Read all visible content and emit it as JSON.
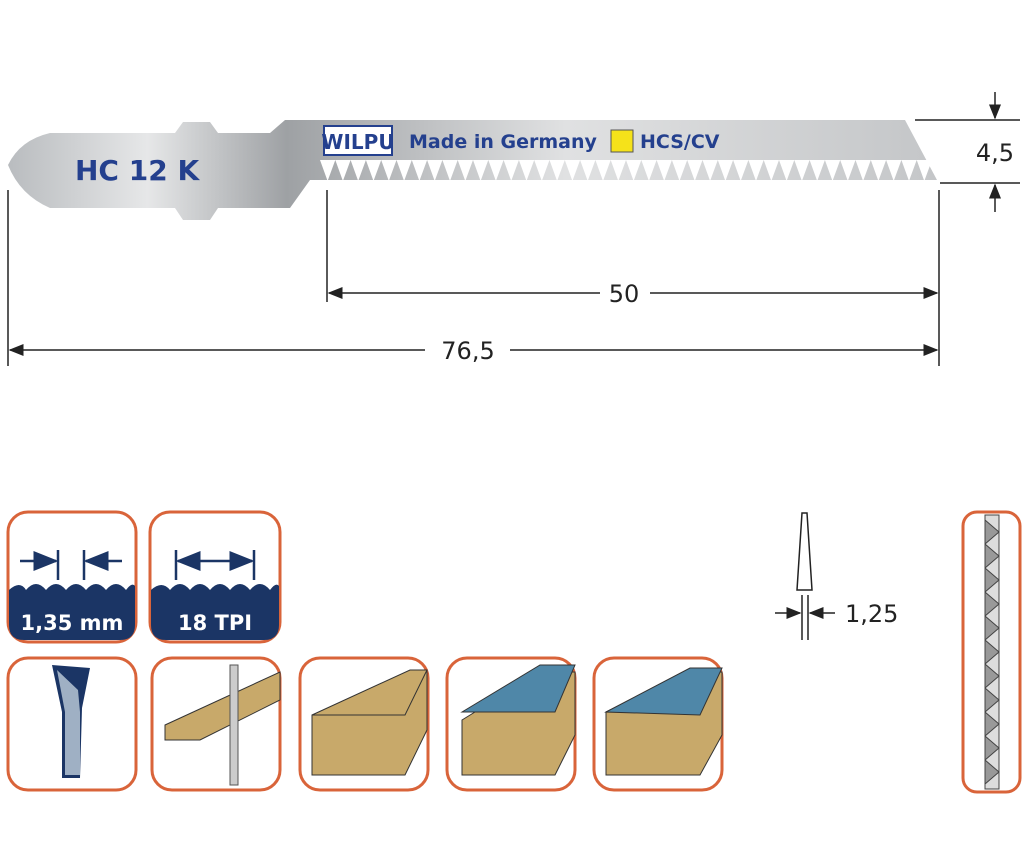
{
  "blade": {
    "model": "HC 12 K",
    "brand_logo": "WILPU",
    "origin": "Made in Germany",
    "material": "HCS/CV",
    "material_color": "#f5e21a"
  },
  "dimensions": {
    "total_length": "76,5",
    "working_length": "50",
    "width": "4,5",
    "thickness": "1,25"
  },
  "specs": {
    "tooth_pitch": "1,35 mm",
    "tpi": "18 TPI"
  },
  "colors": {
    "navy": "#1b3565",
    "border": "#d9643a"
  }
}
